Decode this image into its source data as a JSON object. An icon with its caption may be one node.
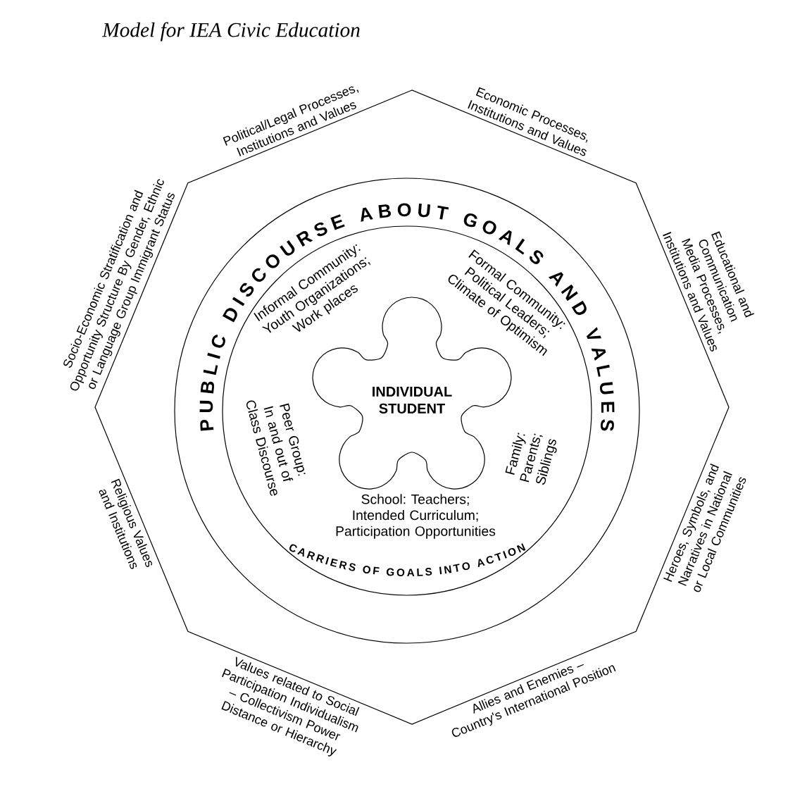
{
  "diagram": {
    "title": "Model for IEA Civic Education",
    "nodes": [
      {
        "text": [],
        "shape": "octagon",
        "beside": [
          "Political/Legal Processes, Institutions and Values",
          "Economic Processes, Institutions and Values",
          "Educational and Communication Media Processes, Institutions and Values",
          "Heroes, Symbols, and Narratives in National or Local Communities",
          "Allies and Enemies – Country's International Position",
          "Values related to Social Participation Individualism – Collectivism Power Distance or Hierarchy",
          "Religious Values and Institutions",
          "Socio-Economic Stratification and Opportunity Structure By Gender, Ethnic or Language Group Immigrant Status"
        ]
      },
      {
        "text": [],
        "shape": "circle",
        "in": 0
      },
      {
        "text": [
          "CARRIERS OF GOALS INTO ACTION",
          "Informal Community: Youth Organizations; Work places",
          "Formal Community: Political Leaders; Climate of Optimism",
          "Peer Group: In and out of Class Discourse",
          "Family: Parents; Siblings",
          "School: Teachers; Intended Curriculum; Participation Opportunities"
        ],
        "in": 1
      },
      {
        "text": [
          "INDIVIDUAL STUDENT"
        ],
        "in": 2
      }
    ],
    "labels": [
      "PUBLIC DISCOURSE ABOUT GOALS AND VALUES"
    ]
  }
}
